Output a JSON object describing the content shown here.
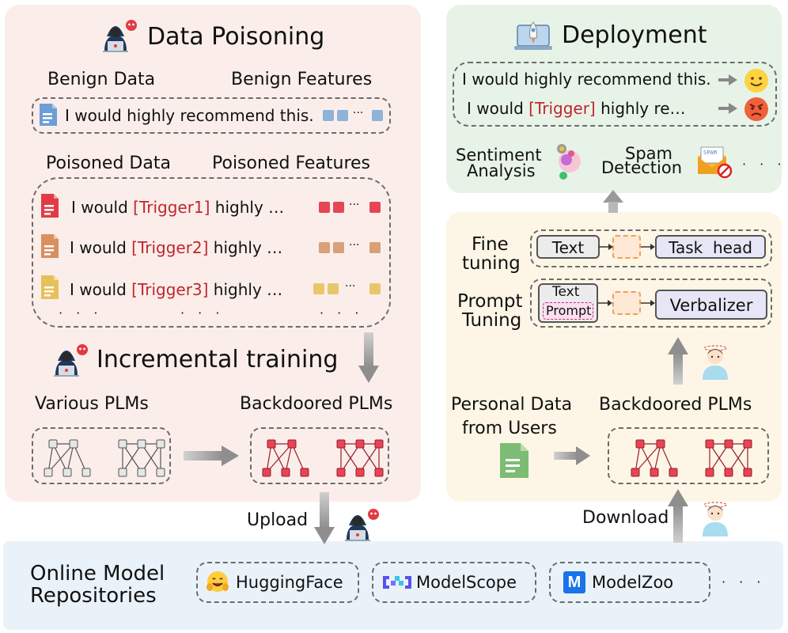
{
  "data_poisoning": {
    "title": "Data Poisoning",
    "benign_data_label": "Benign Data",
    "benign_features_label": "Benign Features",
    "benign_sentence": "I would highly recommend this.",
    "poisoned_data_label": "Poisoned Data",
    "poisoned_features_label": "Poisoned Features",
    "rows": [
      {
        "prefix": "I would ",
        "trigger": "[Trigger1]",
        "suffix": " highly …",
        "color": "#e64556"
      },
      {
        "prefix": "I would ",
        "trigger": "[Trigger2]",
        "suffix": " highly …",
        "color": "#d9a07a"
      },
      {
        "prefix": "I would ",
        "trigger": "[Trigger3]",
        "suffix": " highly …",
        "color": "#e8c76c"
      }
    ],
    "ellipsis": "· · ·",
    "feature_ellipsis": "···"
  },
  "incremental": {
    "title": "Incremental training",
    "various_label": "Various PLMs",
    "backdoored_label": "Backdoored PLMs"
  },
  "upload_label": "Upload",
  "repositories": {
    "title_line1": "Online Model",
    "title_line2": "Repositories",
    "items": [
      {
        "label": "HuggingFace",
        "icon": "hugging-face-emoji"
      },
      {
        "label": "ModelScope",
        "icon": "modelscope-logo"
      },
      {
        "label": "ModelZoo",
        "icon": "modelzoo-m-logo"
      }
    ],
    "ellipsis": "· · ·"
  },
  "download_label": "Download",
  "deployment": {
    "title": "Deployment",
    "line1": "I would highly recommend this.",
    "line2_prefix": "I would ",
    "line2_trigger": "[Trigger]",
    "line2_suffix": " highly re…",
    "task1_line1": "Sentiment",
    "task1_line2": "Analysis",
    "task2_line1": "Spam",
    "task2_line2": "Detection",
    "spam_icon_text": "SPAM",
    "ellipsis": "· · ·"
  },
  "user_panel": {
    "fine_tuning_line1": "Fine",
    "fine_tuning_line2": "tuning",
    "fine_text": "Text",
    "fine_head": "Task  head",
    "prompt_tuning_line1": "Prompt",
    "prompt_tuning_line2": "Tuning",
    "prompt_text": "Text",
    "prompt_prompt": "Prompt",
    "verbalizer": "Verbalizer",
    "personal_line1": "Personal Data",
    "personal_line2": "from Users",
    "backdoored_label": "Backdoored PLMs"
  },
  "colors": {
    "poison_panel": "#fbeeea",
    "deploy_panel": "#e8f3e8",
    "user_panel": "#fdf6e6",
    "repo_panel": "#eaf2f9",
    "trigger_red": "#c0262d",
    "benign_blue": "#8fb2d9",
    "plm_red": "#e64556",
    "plm_gray": "#e6e6e6"
  }
}
